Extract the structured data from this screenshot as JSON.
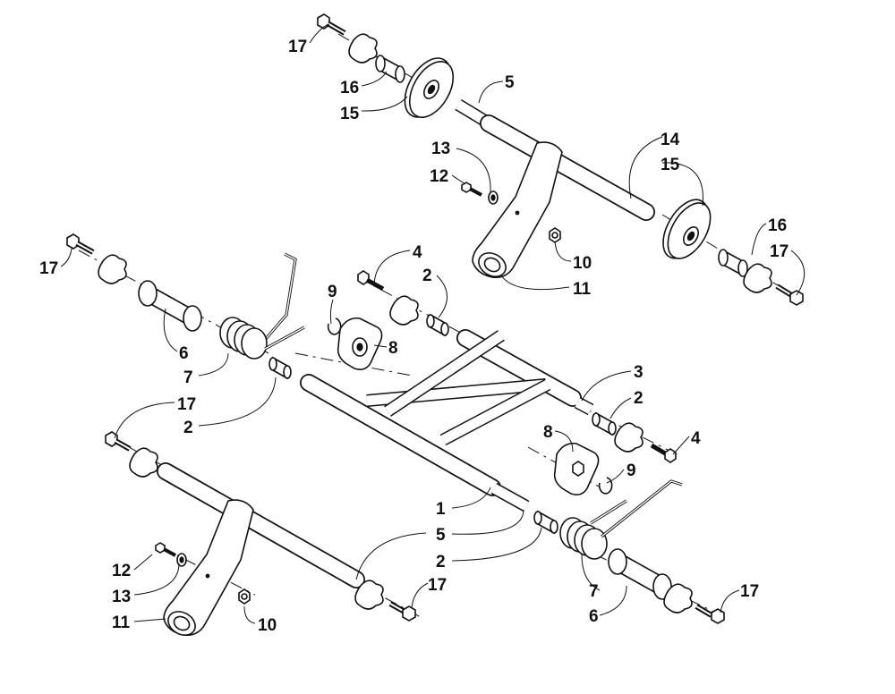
{
  "callouts": {
    "c17_top": "17",
    "c16_top": "16",
    "c15_top": "15",
    "c5_top": "5",
    "c14": "14",
    "c15_right": "15",
    "c16_right": "16",
    "c17_right_top": "17",
    "c13_top": "13",
    "c12_top": "12",
    "c10_top": "10",
    "c11_top": "11",
    "c17_left": "17",
    "c6_left": "6",
    "c7_left": "7",
    "c9_top": "9",
    "c4_top": "4",
    "c2_top": "2",
    "c8_top": "8",
    "c2_left": "2",
    "c17_mid": "17",
    "c3": "3",
    "c2_right": "2",
    "c4_right": "4",
    "c8_right": "8",
    "c9_right": "9",
    "c1": "1",
    "c5_bottom": "5",
    "c2_bottom": "2",
    "c12_bottom": "12",
    "c13_bottom": "13",
    "c11_bottom": "11",
    "c10_bottom": "10",
    "c17_bottom": "17",
    "c7_right": "7",
    "c6_right": "6",
    "c17_bottom_right": "17"
  }
}
